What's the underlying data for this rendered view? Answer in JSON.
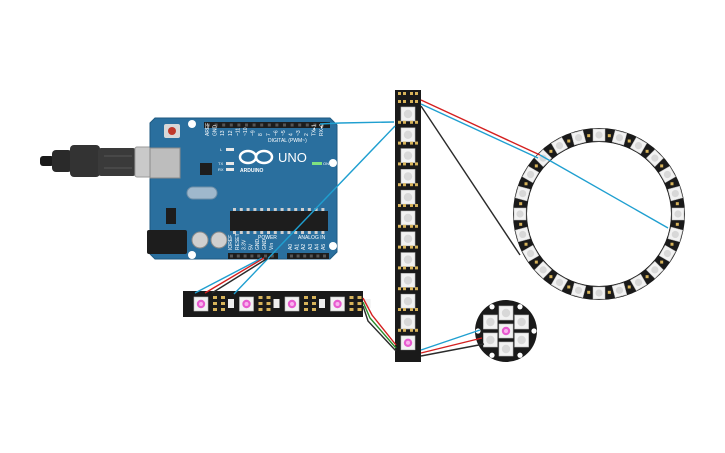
{
  "board": {
    "logo": "UNO",
    "brand": "ARDUINO",
    "digital_label": "DIGITAL (PWM~)",
    "power_label": "POWER",
    "analog_label": "ANALOG IN",
    "on_label": "ON",
    "tx_label": "TX",
    "rx_label": "RX",
    "l_label": "L",
    "digital_pins": [
      "AREF",
      "GND",
      "13",
      "12",
      "~11",
      "~10",
      "~9",
      "8",
      "7",
      "~6",
      "~5",
      "4",
      "~3",
      "2",
      "TX▸1",
      "RX◂0"
    ],
    "power_pins": [
      "IOREF",
      "RESET",
      "3.3V",
      "5V",
      "GND",
      "GND",
      "Vin"
    ],
    "analog_pins": [
      "A0",
      "A1",
      "A2",
      "A3",
      "A4",
      "A5"
    ]
  },
  "colors": {
    "board": "#2a6f9e",
    "board_dark": "#1f5a82",
    "strip": "#1a1a1a",
    "led_pink": "#e85bd0",
    "wire_red": "#d42020",
    "wire_black": "#2b2b2b",
    "wire_blue": "#1f9fd0",
    "wire_green": "#2a8a2a"
  },
  "components": {
    "horizontal_strip_leds": 4,
    "vertical_strip_leds": 12,
    "ring_leds": 24,
    "jewel_leds": 7
  }
}
